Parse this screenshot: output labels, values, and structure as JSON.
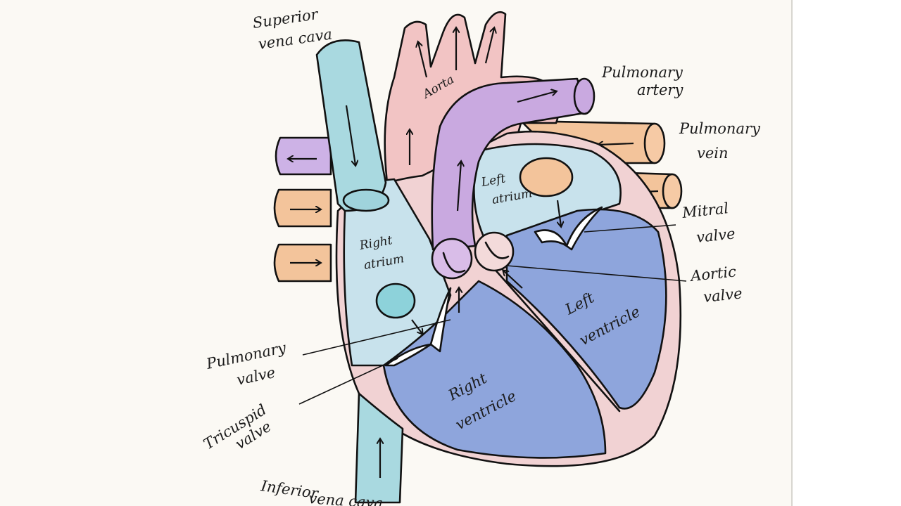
{
  "diagram": {
    "labels": {
      "svc_1": "Superior",
      "svc_2": "vena cava",
      "aorta": "Aorta",
      "pa_1": "Pulmonary",
      "pa_2": "artery",
      "pv_1": "Pulmonary",
      "pv_2": "vein",
      "left_atrium_1": "Left",
      "left_atrium_2": "atrium",
      "right_atrium_1": "Right",
      "right_atrium_2": "atrium",
      "mitral_1": "Mitral",
      "mitral_2": "valve",
      "aortic_1": "Aortic",
      "aortic_2": "valve",
      "lv_1": "Left",
      "lv_2": "ventricle",
      "rv_1": "Right",
      "rv_2": "ventricle",
      "pulm_valve_1": "Pulmonary",
      "pulm_valve_2": "valve",
      "tricuspid_1": "Tricuspid",
      "tricuspid_2": "valve",
      "ivc_1": "Inferior",
      "ivc_2": "vena cava"
    },
    "colors": {
      "vena_cava": "#a9d9e0",
      "aorta": "#f2c4c4",
      "pulmonary_artery": "#c9a9e0",
      "pulmonary_vein": "#f3c49b",
      "deoxygenated_chamber": "#c8e2ec",
      "ventricle_blue": "#8ea5dc",
      "wall_pink": "#f1d2d3",
      "paper": "#fbf9f4"
    }
  }
}
